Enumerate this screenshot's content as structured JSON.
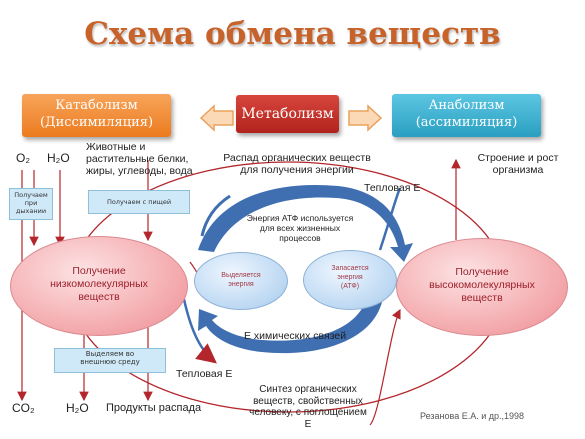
{
  "title": "Схема обмена веществ",
  "boxes": {
    "catabolism": [
      "Катаболизм",
      "(Диссимиляция)"
    ],
    "metabolism": "Метаболизм",
    "anabolism": [
      "Анаболизм",
      "(ассимиляция)"
    ]
  },
  "inputs": {
    "o2": "O₂",
    "h2o": "H₂O",
    "foods": [
      "Животные и",
      "растительные белки,",
      "жиры, углеводы, вода"
    ]
  },
  "small_boxes": {
    "breathing": [
      "Получаем",
      "при",
      "дыхании"
    ],
    "food": "Получаем с пищей",
    "excrete": [
      "Выделяем во",
      "внешнюю среду"
    ]
  },
  "ellipses": {
    "low_mol": [
      "Получение",
      "низкомолекулярных",
      "веществ"
    ],
    "high_mol": [
      "Получение",
      "высокомолекулярных",
      "веществ"
    ],
    "energy_released": [
      "Выделяется",
      "энергия"
    ],
    "energy_stored": [
      "Запасается",
      "энергия",
      "(АТФ)"
    ]
  },
  "labels": {
    "breakdown": [
      "Распад органических веществ",
      "для получения энергии"
    ],
    "structure": [
      "Строение и рост",
      "организма"
    ],
    "heat_top": "Тепловая Е",
    "atp_use": [
      "Энергия АТФ используется",
      "для всех жизненных",
      "процессов"
    ],
    "chem_bonds": "Е химических связей",
    "heat_bottom": "Тепловая Е",
    "synthesis": [
      "Синтез органических",
      "веществ, свойственных",
      "человеку, с поглощением",
      "Е"
    ]
  },
  "outputs": {
    "co2": "CO₂",
    "h2o": "H₂O",
    "decay": "Продукты распада"
  },
  "credit": "Резанова Е.А. и др.,1998",
  "colors": {
    "title": "#c8622b",
    "catabolism": "#ec7b1f",
    "metabolism": "#b0231c",
    "anabolism": "#2a9fc1",
    "arrow_red": "#b3262c",
    "arrow_blue": "#3f6fb0"
  }
}
